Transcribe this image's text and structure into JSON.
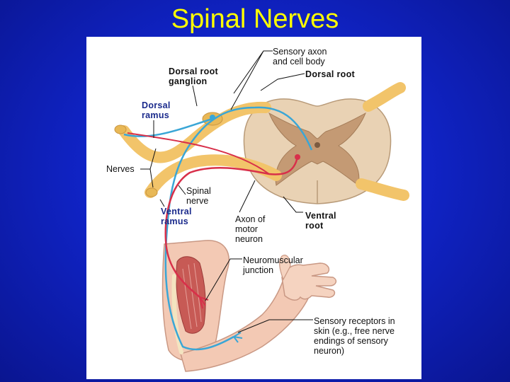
{
  "slide": {
    "title": "Spinal Nerves"
  },
  "labels": {
    "sensory_axon": "Sensory axon\nand cell body",
    "dorsal_root": "Dorsal root",
    "dorsal_root_ganglion": "Dorsal root\nganglion",
    "dorsal_ramus": "Dorsal\nramus",
    "nerves": "Nerves",
    "spinal_nerve": "Spinal\nnerve",
    "ventral_ramus": "Ventral\nramus",
    "axon_motor_neuron": "Axon of\nmotor\nneuron",
    "ventral_root": "Ventral\nroot",
    "neuromuscular_junction": "Neuromuscular\njunction",
    "sensory_receptors": "Sensory receptors in\nskin (e.g., free nerve\nendings of sensory\nneuron)"
  },
  "colors": {
    "background": "#1024c8",
    "title": "#ffff00",
    "nerve": "#f2c46a",
    "sensory_axon": "#3aa6d6",
    "motor_axon": "#d8304a",
    "grey_matter": "#c49a74",
    "white_matter": "#e9d2b4",
    "skin": "#f3c9b4",
    "muscle": "#c75a55"
  }
}
